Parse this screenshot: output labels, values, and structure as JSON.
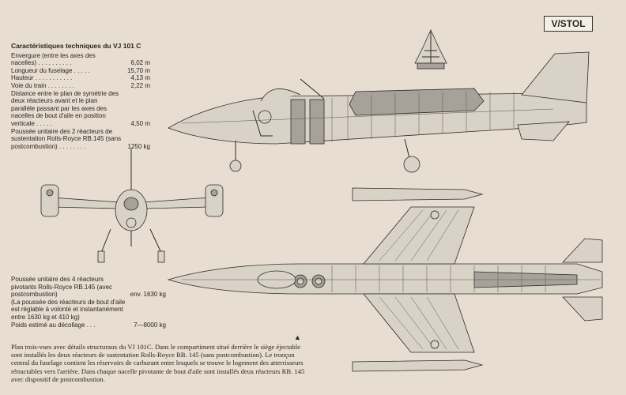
{
  "badge": "V/STOL",
  "specs": {
    "title": "Caractéristiques techniques du VJ 101 C",
    "rows": [
      {
        "label": "Envergure (entre les axes des",
        "value": ""
      },
      {
        "label": "nacelles) . . . . . . . . . .",
        "value": "6,02 m"
      },
      {
        "label": "Longueur du fuselage . . . . .",
        "value": "15,70 m"
      },
      {
        "label": "Hauteur . . . . . . . . . . .",
        "value": "4,13 m"
      },
      {
        "label": "Voie du train . . . . . . . .",
        "value": "2,22 m"
      }
    ],
    "distance_text": "Distance entre le plan de symétrie des deux réacteurs avant et le plan parallèle passant par les axes des nacelles de bout d'aile en position verticale . . . . .",
    "distance_value": "4,50 m",
    "poussee_text": "Poussée unitaire des 2 réacteurs de sustentation Rolls-Royce RB.145 (sans postcombustion) . . . . . . . .",
    "poussee_value": "1250 kg"
  },
  "specs2": {
    "text1": "Poussée unitaire des 4 réacteurs pivotants Rolls-Royce RB.145 (avec postcombustion)",
    "value1": "env. 1630 kg",
    "text2": "(La poussée des réacteurs de bout d'aile est réglable à volonté et instantanément entre 1630 kg et 410 kg)",
    "text3": "Poids estimé au décollage . . .",
    "value3": "7—8000 kg"
  },
  "marker": "▲",
  "caption": "Plan trois-vues avec détails structuraux du VJ 101C. Dans le compartiment situé derrière le siège éjectable sont installés les deux réacteurs de sustentation Rolls-Royce RB. 145 (sans postcombustion). Le tronçon central du fuselage contient les réservoirs de carburant entre lesquels se trouve le logement des atterrisseurs rétractables vers l'arrière. Dans chaque nacelle pivotante de bout d'aile sont installés deux réacteurs RB. 145 avec dispositif de postcombustion."
}
